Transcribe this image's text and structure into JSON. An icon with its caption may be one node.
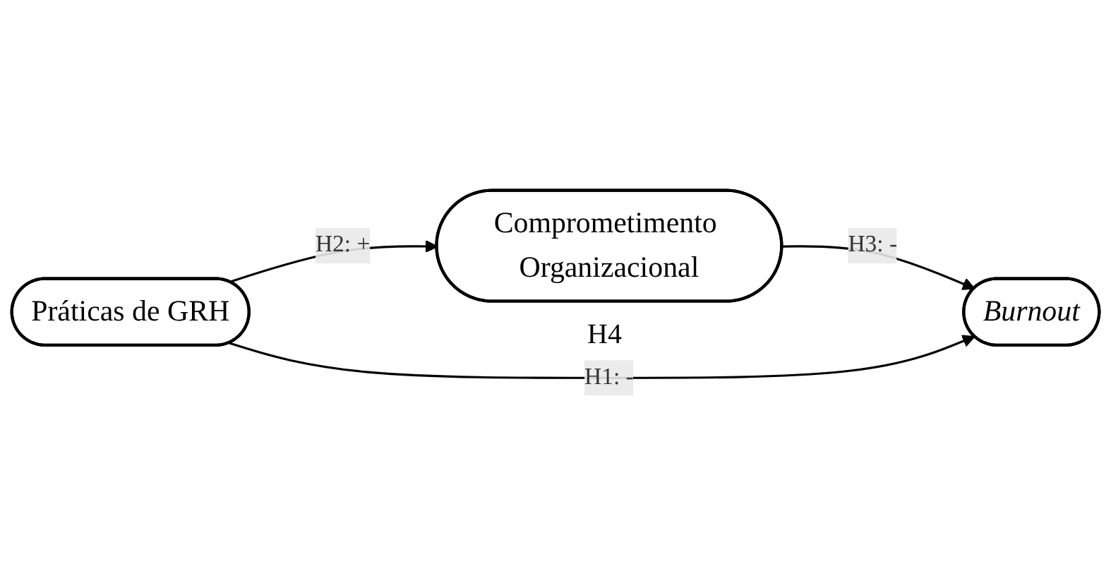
{
  "diagram": {
    "nodes": [
      {
        "text": [
          "Comprometimento Organizacional"
        ]
      },
      {
        "text": [
          "Práticas de GRH"
        ]
      },
      {
        "text": [
          "Burnout"
        ]
      }
    ],
    "edges": [
      {
        "from": 1,
        "to": 0,
        "arrow": "to",
        "label": "H2: +"
      },
      {
        "from": 0,
        "to": 2,
        "arrow": "to",
        "label": "H3: -"
      },
      {
        "from": 1,
        "to": 2,
        "arrow": "to",
        "label": "H1: -"
      }
    ],
    "labels": [
      "H4"
    ]
  }
}
